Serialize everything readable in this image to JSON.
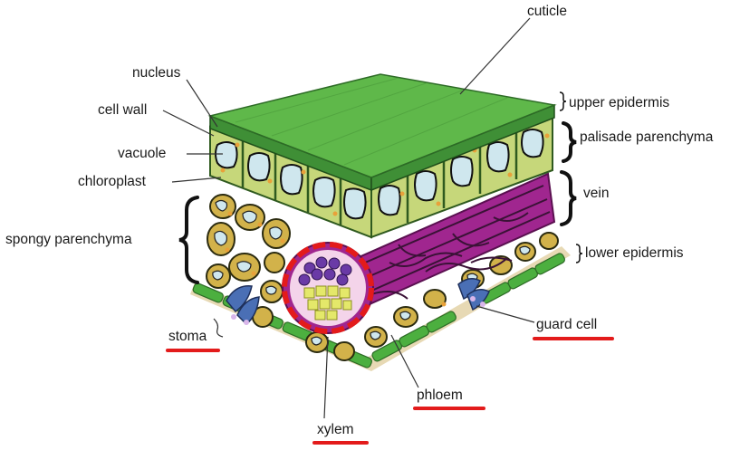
{
  "labels": {
    "cuticle": "cuticle",
    "nucleus": "nucleus",
    "cell_wall": "cell wall",
    "vacuole": "vacuole",
    "chloroplast": "chloroplast",
    "spongy_parenchyma": "spongy parenchyma",
    "upper_epidermis": "upper epidermis",
    "palisade_parenchyma": "palisade parenchyma",
    "vein": "vein",
    "lower_epidermis": "lower epidermis",
    "stoma": "stoma",
    "guard_cell": "guard cell",
    "phloem": "phloem",
    "xylem": "xylem"
  },
  "colors": {
    "cuticle_top": "#5fb84a",
    "cuticle_side": "#3f8f36",
    "palisade_cell": "#c6d77a",
    "palisade_wall": "#2f5a1f",
    "vacuole": "#cfe7ee",
    "chloroplast": "#e8a13a",
    "vein": "#a0268f",
    "vein_lines": "#3a1236",
    "spongy_cell": "#d2b24a",
    "epidermis_green": "#4caf3f",
    "guard_cell": "#4a6fb5",
    "xylem": "#e4e86a",
    "phloem": "#6a3aa6",
    "annotation_red": "#e31b1b"
  }
}
